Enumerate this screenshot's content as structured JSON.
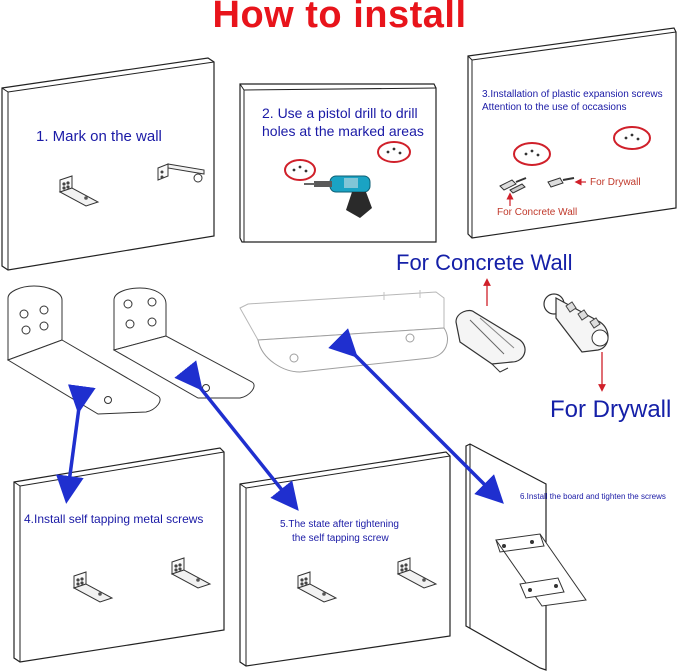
{
  "title": "How to install",
  "steps": [
    {
      "label": "1. Mark on the wall"
    },
    {
      "label_line1": "2. Use a pistol drill to drill",
      "label_line2": "holes at the marked areas"
    },
    {
      "label_line1": "3.Installation of plastic expansion screws",
      "label_line2": "Attention to the use of occasions",
      "for_drywall": "For Drywall",
      "for_concrete": "For Concrete Wall"
    },
    {
      "label": "4.Install self tapping metal screws"
    },
    {
      "label_line1": "5.The state after tightening",
      "label_line2": "the self tapping screw"
    },
    {
      "label": "6.Install the board and tighten the screws"
    }
  ],
  "callouts": {
    "concrete": "For Concrete Wall",
    "drywall": "For Drywall"
  },
  "colors": {
    "title": "#e8141b",
    "text_blue": "#1a1aa6",
    "arrow_blue": "#1f2fcf",
    "marker_red": "#d0202a",
    "drill_teal": "#1aa3c4"
  }
}
